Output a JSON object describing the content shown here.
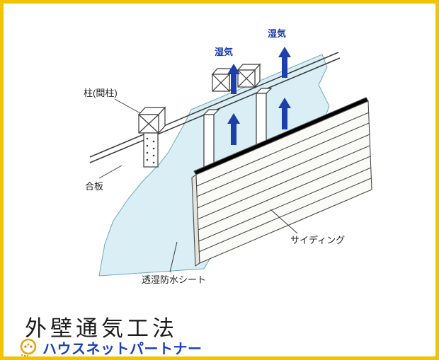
{
  "frame": {
    "border_color": "#f2c400",
    "background": "#ffffff"
  },
  "diagram": {
    "labels": {
      "moisture_left": "湿気",
      "moisture_right": "湿気",
      "stud": "柱(間柱)",
      "plywood": "合板",
      "waterproof_sheet": "透湿防水シート",
      "siding": "サイディング"
    },
    "colors": {
      "arrow": "#1c3fa9",
      "moisture_label": "#1c3fa9",
      "sheet_fill": "#d9eef5",
      "outline": "#3a3a3a"
    }
  },
  "footer": {
    "title": "外壁通気工法",
    "brand": "ハウスネットパートナー",
    "brand_color": "#1d40b5",
    "logo_color": "#e6a50a"
  }
}
